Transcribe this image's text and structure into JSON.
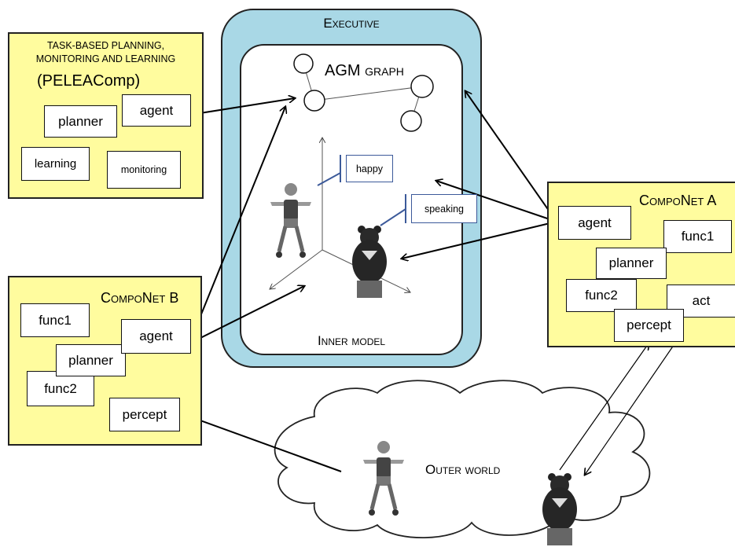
{
  "executive": {
    "title": "Executive"
  },
  "inner_model": {
    "label": "Inner model",
    "graph_label": "AGM graph",
    "emotions": {
      "happy": "happy",
      "speaking": "speaking"
    }
  },
  "pelea": {
    "title_line1": "TASK-BASED PLANNING,",
    "title_line2": "MONITORING AND LEARNING",
    "name": "(PELEAComp)",
    "modules": {
      "planner": "planner",
      "agent": "agent",
      "learning": "learning",
      "monitoring": "monitoring"
    }
  },
  "componet_a": {
    "title": "CompoNet A",
    "modules": {
      "agent": "agent",
      "func1": "func1",
      "planner": "planner",
      "func2": "func2",
      "act": "act",
      "percept": "percept"
    }
  },
  "componet_b": {
    "title": "CompoNet B",
    "modules": {
      "func1": "func1",
      "agent": "agent",
      "planner": "planner",
      "func2": "func2",
      "percept": "percept"
    }
  },
  "outer_world": {
    "label": "Outer world"
  },
  "colors": {
    "module_fill": "#fffc9e",
    "executive_fill": "#a9d8e6",
    "emotion_border": "#3c5a9a"
  }
}
